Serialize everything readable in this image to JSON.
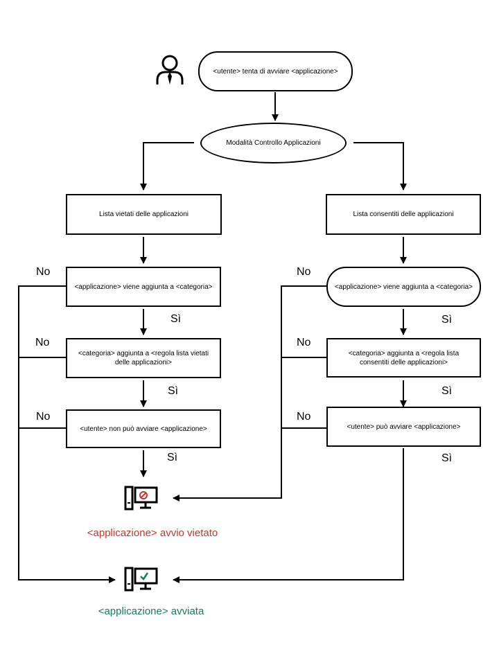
{
  "nodes": {
    "start": "<utente> tenta di avviare <applicazione>",
    "mode": "Modalità Controllo Applicazioni",
    "left_list": "Lista vietati delle applicazioni",
    "right_list": "Lista consentiti delle applicazioni",
    "left_q1": "<applicazione> viene aggiunta a <categoria>",
    "left_q2": "<categoria> aggiunta a <regola lista vietati delle applicazioni>",
    "left_q3": "<utente> non può avviare <applicazione>",
    "right_q1": "<applicazione> viene aggiunta a <categoria>",
    "right_q2": "<categoria> aggiunta a <regola lista consentiti delle applicazioni>",
    "right_q3": "<utente> può avviare <applicazione>"
  },
  "labels": {
    "no": "No",
    "yes": "Sì"
  },
  "results": {
    "blocked": "<applicazione> avvio vietato",
    "started": "<applicazione> avviata"
  },
  "colors": {
    "blocked": "#c0392b",
    "started": "#1a7a5e",
    "line": "#000000"
  },
  "icons": [
    "user-icon",
    "computer-blocked-icon",
    "computer-started-icon"
  ]
}
